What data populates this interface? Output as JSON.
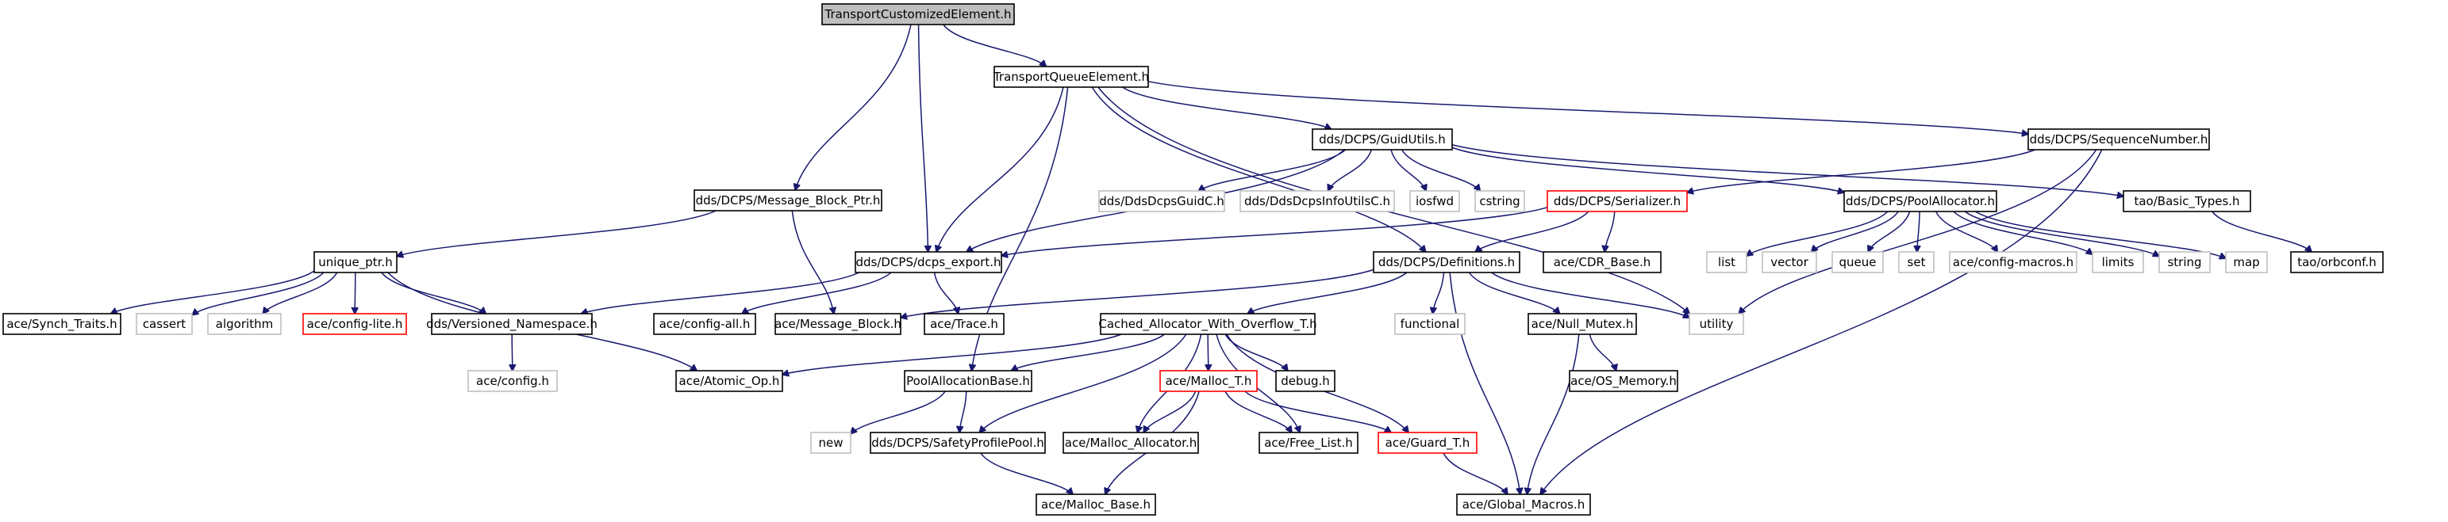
{
  "colors": {
    "edge": "#191970",
    "border_normal": "#000000",
    "border_missing": "#bfbfbf",
    "border_truncated": "#ff0000",
    "root_fill": "#bfbfbf",
    "text": "#000000"
  },
  "nodes": [
    {
      "id": "n_root",
      "label": "TransportCustomizedElement.h",
      "kind": "root"
    },
    {
      "id": "n_tqe",
      "label": "TransportQueueElement.h",
      "kind": "normal"
    },
    {
      "id": "n_mbp",
      "label": "dds/DCPS/Message_Block_Ptr.h",
      "kind": "normal"
    },
    {
      "id": "n_guid",
      "label": "dds/DCPS/GuidUtils.h",
      "kind": "normal"
    },
    {
      "id": "n_seq",
      "label": "dds/DCPS/SequenceNumber.h",
      "kind": "normal"
    },
    {
      "id": "n_ser",
      "label": "dds/DCPS/Serializer.h",
      "kind": "truncated"
    },
    {
      "id": "n_pool",
      "label": "dds/DCPS/PoolAllocator.h",
      "kind": "normal"
    },
    {
      "id": "n_basic",
      "label": "tao/Basic_Types.h",
      "kind": "normal"
    },
    {
      "id": "n_guidc",
      "label": "dds/DdsDcpsGuidC.h",
      "kind": "missing"
    },
    {
      "id": "n_infoutil",
      "label": "dds/DdsDcpsInfoUtilsC.h",
      "kind": "missing"
    },
    {
      "id": "n_iosfwd",
      "label": "iosfwd",
      "kind": "missing"
    },
    {
      "id": "n_cstring",
      "label": "cstring",
      "kind": "missing"
    },
    {
      "id": "n_uptr",
      "label": "unique_ptr.h",
      "kind": "normal"
    },
    {
      "id": "n_export",
      "label": "dds/DCPS/dcps_export.h",
      "kind": "normal"
    },
    {
      "id": "n_defs",
      "label": "dds/DCPS/Definitions.h",
      "kind": "normal"
    },
    {
      "id": "n_cdr",
      "label": "ace/CDR_Base.h",
      "kind": "normal"
    },
    {
      "id": "n_list",
      "label": "list",
      "kind": "missing"
    },
    {
      "id": "n_vector",
      "label": "vector",
      "kind": "missing"
    },
    {
      "id": "n_queue",
      "label": "queue",
      "kind": "missing"
    },
    {
      "id": "n_set",
      "label": "set",
      "kind": "missing"
    },
    {
      "id": "n_cfgmacros",
      "label": "ace/config-macros.h",
      "kind": "missing"
    },
    {
      "id": "n_limits",
      "label": "limits",
      "kind": "missing"
    },
    {
      "id": "n_string",
      "label": "string",
      "kind": "missing"
    },
    {
      "id": "n_map",
      "label": "map",
      "kind": "missing"
    },
    {
      "id": "n_orbconf",
      "label": "tao/orbconf.h",
      "kind": "normal"
    },
    {
      "id": "n_synch",
      "label": "ace/Synch_Traits.h",
      "kind": "normal"
    },
    {
      "id": "n_cassert",
      "label": "cassert",
      "kind": "missing"
    },
    {
      "id": "n_algorithm",
      "label": "algorithm",
      "kind": "missing"
    },
    {
      "id": "n_cfglite",
      "label": "ace/config-lite.h",
      "kind": "truncated"
    },
    {
      "id": "n_vns",
      "label": "dds/Versioned_Namespace.h",
      "kind": "normal"
    },
    {
      "id": "n_cfgall",
      "label": "ace/config-all.h",
      "kind": "normal"
    },
    {
      "id": "n_msgblock",
      "label": "ace/Message_Block.h",
      "kind": "normal"
    },
    {
      "id": "n_trace",
      "label": "ace/Trace.h",
      "kind": "normal"
    },
    {
      "id": "n_cawo",
      "label": "Cached_Allocator_With_Overflow_T.h",
      "kind": "normal"
    },
    {
      "id": "n_functional",
      "label": "functional",
      "kind": "missing"
    },
    {
      "id": "n_nullmutex",
      "label": "ace/Null_Mutex.h",
      "kind": "normal"
    },
    {
      "id": "n_utility",
      "label": "utility",
      "kind": "missing"
    },
    {
      "id": "n_config",
      "label": "ace/config.h",
      "kind": "missing"
    },
    {
      "id": "n_atomic",
      "label": "ace/Atomic_Op.h",
      "kind": "normal"
    },
    {
      "id": "n_pab",
      "label": "PoolAllocationBase.h",
      "kind": "normal"
    },
    {
      "id": "n_malloct",
      "label": "ace/Malloc_T.h",
      "kind": "truncated"
    },
    {
      "id": "n_debug",
      "label": "debug.h",
      "kind": "normal"
    },
    {
      "id": "n_osmem",
      "label": "ace/OS_Memory.h",
      "kind": "normal"
    },
    {
      "id": "n_new",
      "label": "new",
      "kind": "missing"
    },
    {
      "id": "n_spp",
      "label": "dds/DCPS/SafetyProfilePool.h",
      "kind": "normal"
    },
    {
      "id": "n_mallocalloc",
      "label": "ace/Malloc_Allocator.h",
      "kind": "normal"
    },
    {
      "id": "n_freelist",
      "label": "ace/Free_List.h",
      "kind": "normal"
    },
    {
      "id": "n_guard",
      "label": "ace/Guard_T.h",
      "kind": "truncated"
    },
    {
      "id": "n_mallocbase",
      "label": "ace/Malloc_Base.h",
      "kind": "normal"
    },
    {
      "id": "n_globalmacros",
      "label": "ace/Global_Macros.h",
      "kind": "normal"
    }
  ],
  "edges": [
    [
      "n_root",
      "n_tqe"
    ],
    [
      "n_root",
      "n_mbp"
    ],
    [
      "n_root",
      "n_export"
    ],
    [
      "n_tqe",
      "n_guid"
    ],
    [
      "n_tqe",
      "n_seq"
    ],
    [
      "n_tqe",
      "n_export"
    ],
    [
      "n_tqe",
      "n_defs"
    ],
    [
      "n_tqe",
      "n_pab"
    ],
    [
      "n_tqe",
      "n_utility"
    ],
    [
      "n_mbp",
      "n_uptr"
    ],
    [
      "n_mbp",
      "n_msgblock"
    ],
    [
      "n_guid",
      "n_guidc"
    ],
    [
      "n_guid",
      "n_infoutil"
    ],
    [
      "n_guid",
      "n_iosfwd"
    ],
    [
      "n_guid",
      "n_cstring"
    ],
    [
      "n_guid",
      "n_pool"
    ],
    [
      "n_guid",
      "n_basic"
    ],
    [
      "n_guid",
      "n_export"
    ],
    [
      "n_seq",
      "n_ser"
    ],
    [
      "n_seq",
      "n_utility"
    ],
    [
      "n_seq",
      "n_globalmacros"
    ],
    [
      "n_ser",
      "n_export"
    ],
    [
      "n_ser",
      "n_defs"
    ],
    [
      "n_ser",
      "n_cdr"
    ],
    [
      "n_pool",
      "n_list"
    ],
    [
      "n_pool",
      "n_vector"
    ],
    [
      "n_pool",
      "n_queue"
    ],
    [
      "n_pool",
      "n_set"
    ],
    [
      "n_pool",
      "n_cfgmacros"
    ],
    [
      "n_pool",
      "n_limits"
    ],
    [
      "n_pool",
      "n_string"
    ],
    [
      "n_pool",
      "n_map"
    ],
    [
      "n_basic",
      "n_orbconf"
    ],
    [
      "n_uptr",
      "n_synch"
    ],
    [
      "n_uptr",
      "n_cassert"
    ],
    [
      "n_uptr",
      "n_algorithm"
    ],
    [
      "n_uptr",
      "n_cfglite"
    ],
    [
      "n_uptr",
      "n_vns"
    ],
    [
      "n_uptr",
      "n_atomic"
    ],
    [
      "n_export",
      "n_vns"
    ],
    [
      "n_export",
      "n_cfgall"
    ],
    [
      "n_export",
      "n_trace"
    ],
    [
      "n_defs",
      "n_msgblock"
    ],
    [
      "n_defs",
      "n_cawo"
    ],
    [
      "n_defs",
      "n_functional"
    ],
    [
      "n_defs",
      "n_nullmutex"
    ],
    [
      "n_defs",
      "n_utility"
    ],
    [
      "n_defs",
      "n_globalmacros"
    ],
    [
      "n_vns",
      "n_config"
    ],
    [
      "n_cawo",
      "n_atomic"
    ],
    [
      "n_cawo",
      "n_pab"
    ],
    [
      "n_cawo",
      "n_malloct"
    ],
    [
      "n_cawo",
      "n_debug"
    ],
    [
      "n_cawo",
      "n_spp"
    ],
    [
      "n_cawo",
      "n_mallocalloc"
    ],
    [
      "n_cawo",
      "n_freelist"
    ],
    [
      "n_cawo",
      "n_guard"
    ],
    [
      "n_nullmutex",
      "n_osmem"
    ],
    [
      "n_nullmutex",
      "n_globalmacros"
    ],
    [
      "n_pab",
      "n_new"
    ],
    [
      "n_pab",
      "n_spp"
    ],
    [
      "n_malloct",
      "n_mallocalloc"
    ],
    [
      "n_malloct",
      "n_freelist"
    ],
    [
      "n_malloct",
      "n_guard"
    ],
    [
      "n_malloct",
      "n_mallocbase"
    ],
    [
      "n_spp",
      "n_mallocbase"
    ],
    [
      "n_guard",
      "n_globalmacros"
    ]
  ]
}
